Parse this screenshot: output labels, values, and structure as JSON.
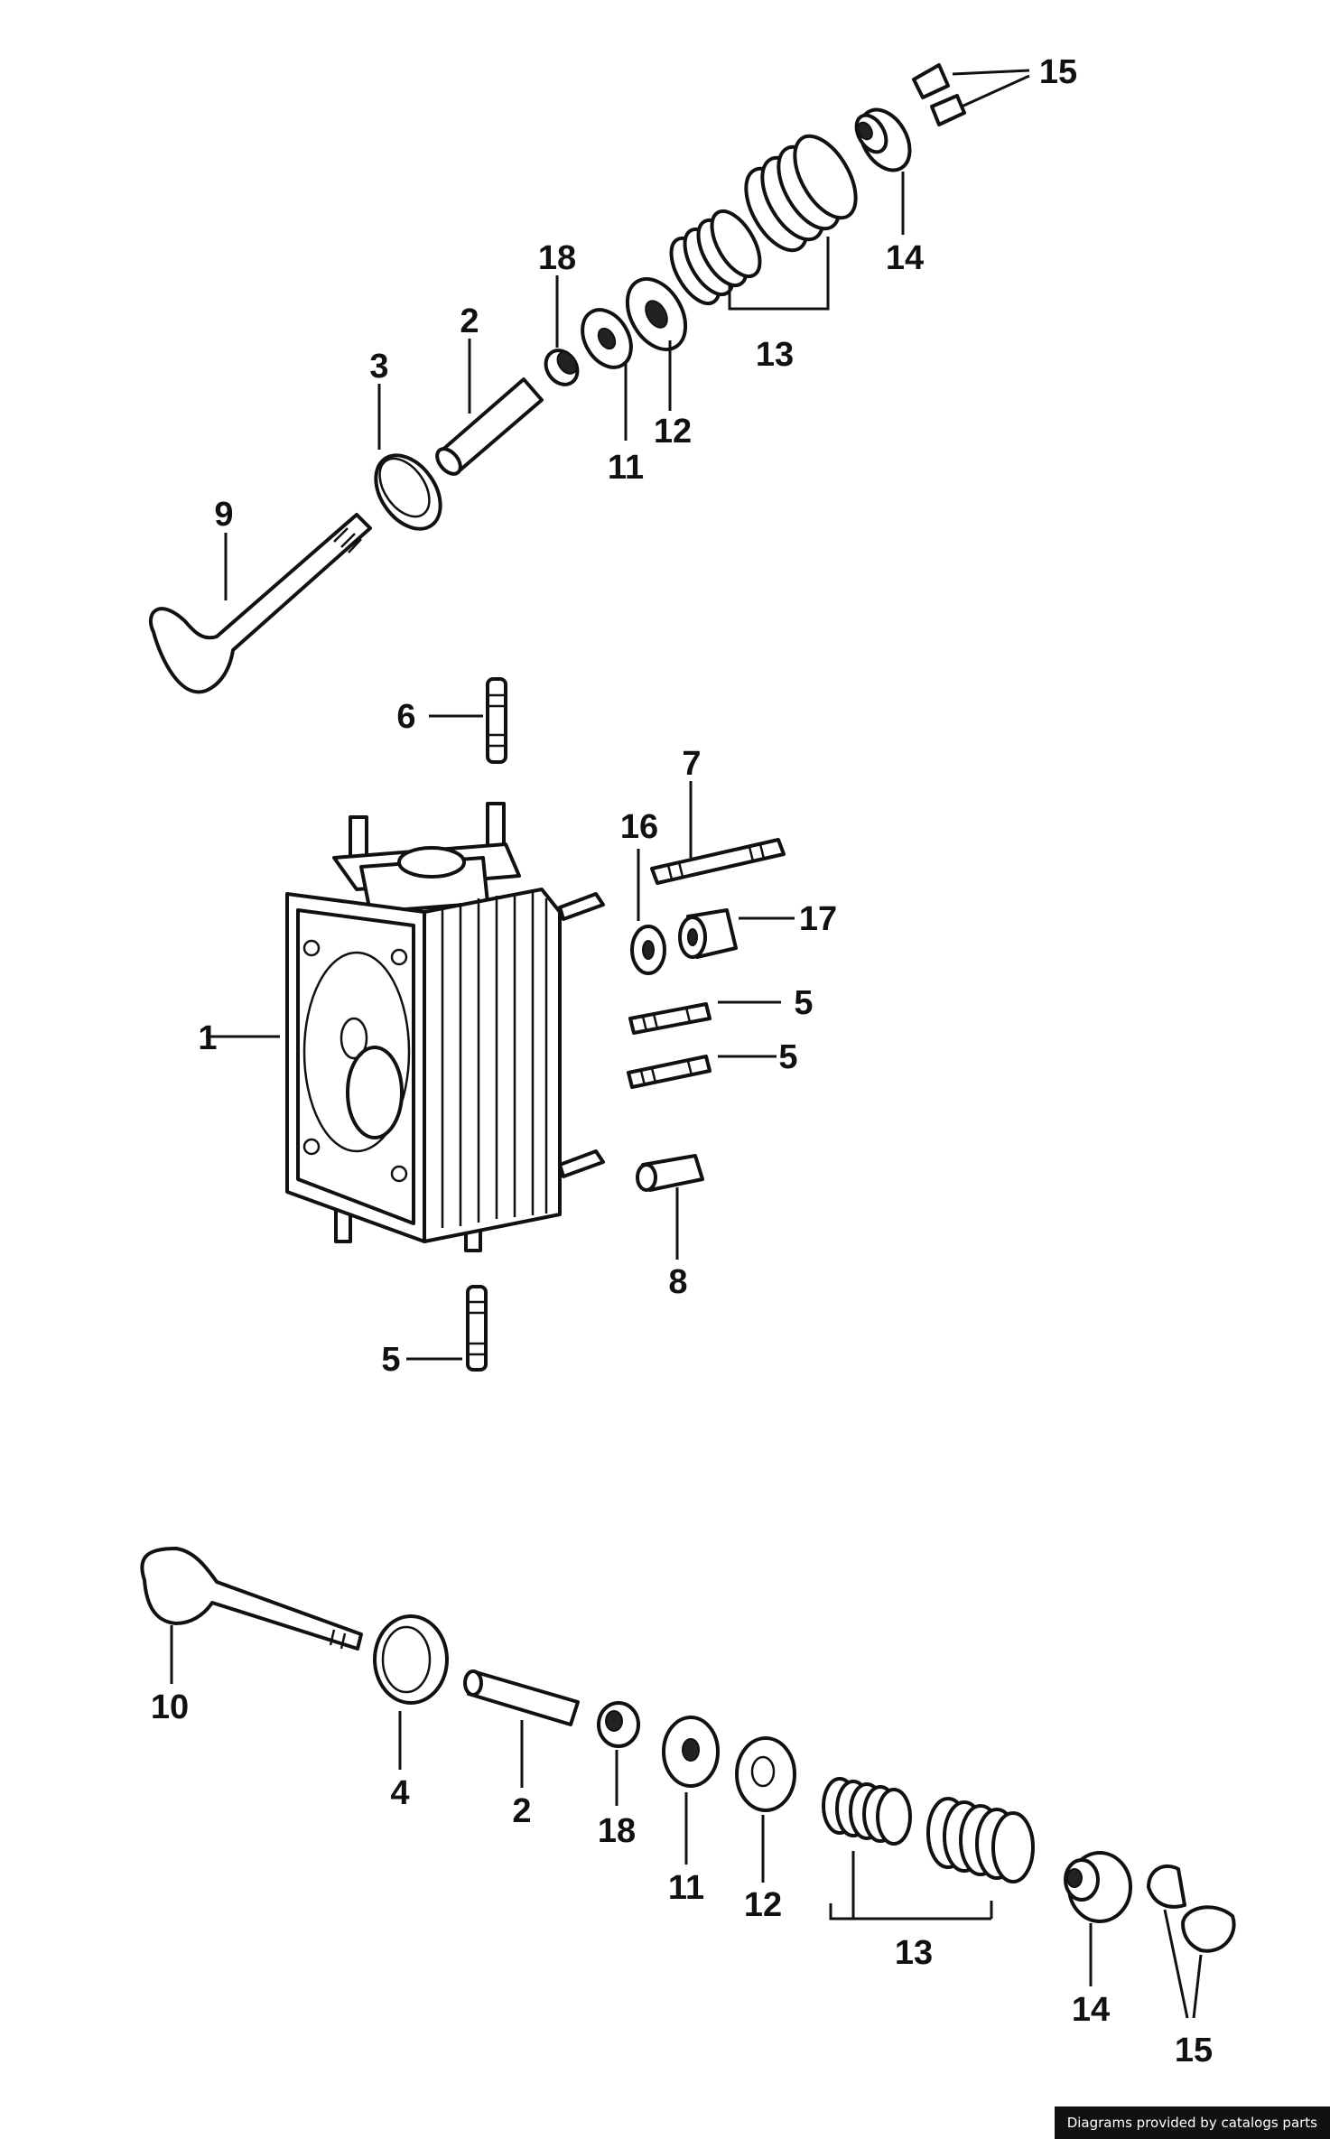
{
  "credit": "Diagrams provided by catalogs parts",
  "labels": {
    "p1": "1",
    "p2_top": "2",
    "p2_bot": "2",
    "p3": "3",
    "p4": "4",
    "p5_a": "5",
    "p5_b": "5",
    "p5_c": "5",
    "p6": "6",
    "p7": "7",
    "p8": "8",
    "p9": "9",
    "p10": "10",
    "p11_top": "11",
    "p11_bot": "11",
    "p12_top": "12",
    "p12_bot": "12",
    "p13_top": "13",
    "p13_bot": "13",
    "p14_top": "14",
    "p14_bot": "14",
    "p15_top": "15",
    "p15_bot": "15",
    "p16": "16",
    "p17": "17",
    "p18_top": "18",
    "p18_bot": "18"
  }
}
